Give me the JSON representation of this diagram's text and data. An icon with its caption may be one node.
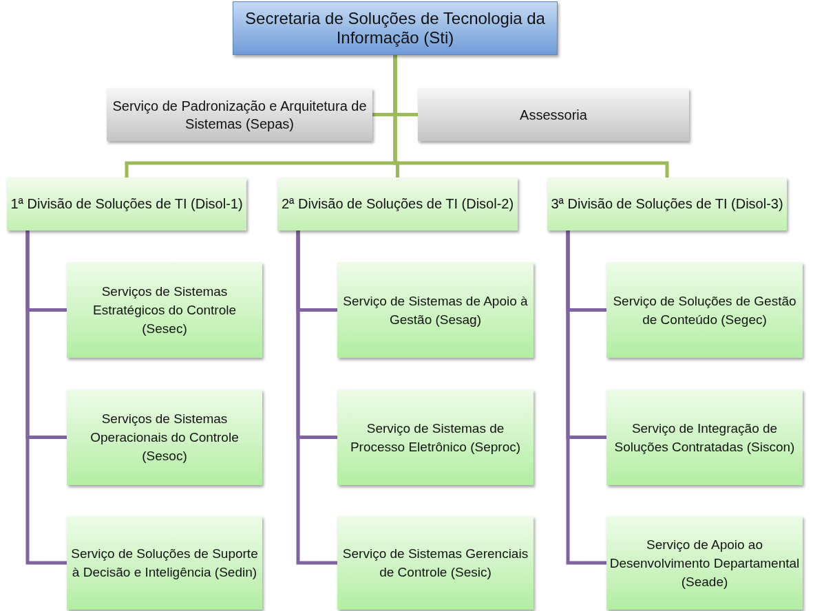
{
  "diagram": {
    "nodes": [
      {
        "text": [
          "Secretaria de Soluções de Tecnologia da Informação (Sti)"
        ]
      },
      {
        "text": [
          "Serviço de Padronização e Arquitetura de Sistemas (Sepas)"
        ]
      },
      {
        "text": [
          "Assessoria"
        ]
      },
      {
        "text": [
          "1ª Divisão de Soluções de TI (Disol-1)"
        ]
      },
      {
        "text": [
          "2ª Divisão de Soluções de TI (Disol-2)"
        ]
      },
      {
        "text": [
          "3ª Divisão de Soluções de TI (Disol-3)"
        ]
      },
      {
        "text": [
          "Serviços de Sistemas Estratégicos do Controle (Sesec)"
        ]
      },
      {
        "text": [
          "Serviço de Sistemas de Apoio à Gestão (Sesag)"
        ]
      },
      {
        "text": [
          "Serviço de Soluções de Gestão de Conteúdo (Segec)"
        ]
      },
      {
        "text": [
          "Serviços de Sistemas Operacionais do Controle (Sesoc)"
        ]
      },
      {
        "text": [
          "Serviço de Sistemas de Processo Eletrônico (Seproc)"
        ]
      },
      {
        "text": [
          "Serviço de Integração de Soluções Contratadas (Siscon)"
        ]
      },
      {
        "text": [
          "Serviço de Soluções de Suporte à Decisão e Inteligência (Sedin)"
        ]
      },
      {
        "text": [
          "Serviço de Sistemas Gerenciais de Controle (Sesic)"
        ]
      },
      {
        "text": [
          "Serviço de Apoio ao Desenvolvimento Departamental (Seade)"
        ]
      }
    ],
    "edges": [
      {
        "from": 0,
        "to": 1,
        "arrow": "none",
        "color": "#9bbb59"
      },
      {
        "from": 0,
        "to": 2,
        "arrow": "none",
        "color": "#9bbb59"
      },
      {
        "from": 0,
        "to": 3,
        "arrow": "none",
        "color": "#9bbb59"
      },
      {
        "from": 0,
        "to": 4,
        "arrow": "none",
        "color": "#9bbb59"
      },
      {
        "from": 0,
        "to": 5,
        "arrow": "none",
        "color": "#9bbb59"
      },
      {
        "from": 3,
        "to": 6,
        "arrow": "none"
      },
      {
        "from": 3,
        "to": 9,
        "arrow": "none"
      },
      {
        "from": 3,
        "to": 12,
        "arrow": "none"
      },
      {
        "from": 4,
        "to": 7,
        "arrow": "none"
      },
      {
        "from": 4,
        "to": 10,
        "arrow": "none"
      },
      {
        "from": 4,
        "to": 13,
        "arrow": "none"
      },
      {
        "from": 5,
        "to": 8,
        "arrow": "none"
      },
      {
        "from": 5,
        "to": 11,
        "arrow": "none"
      },
      {
        "from": 5,
        "to": 14,
        "arrow": "none"
      }
    ]
  }
}
